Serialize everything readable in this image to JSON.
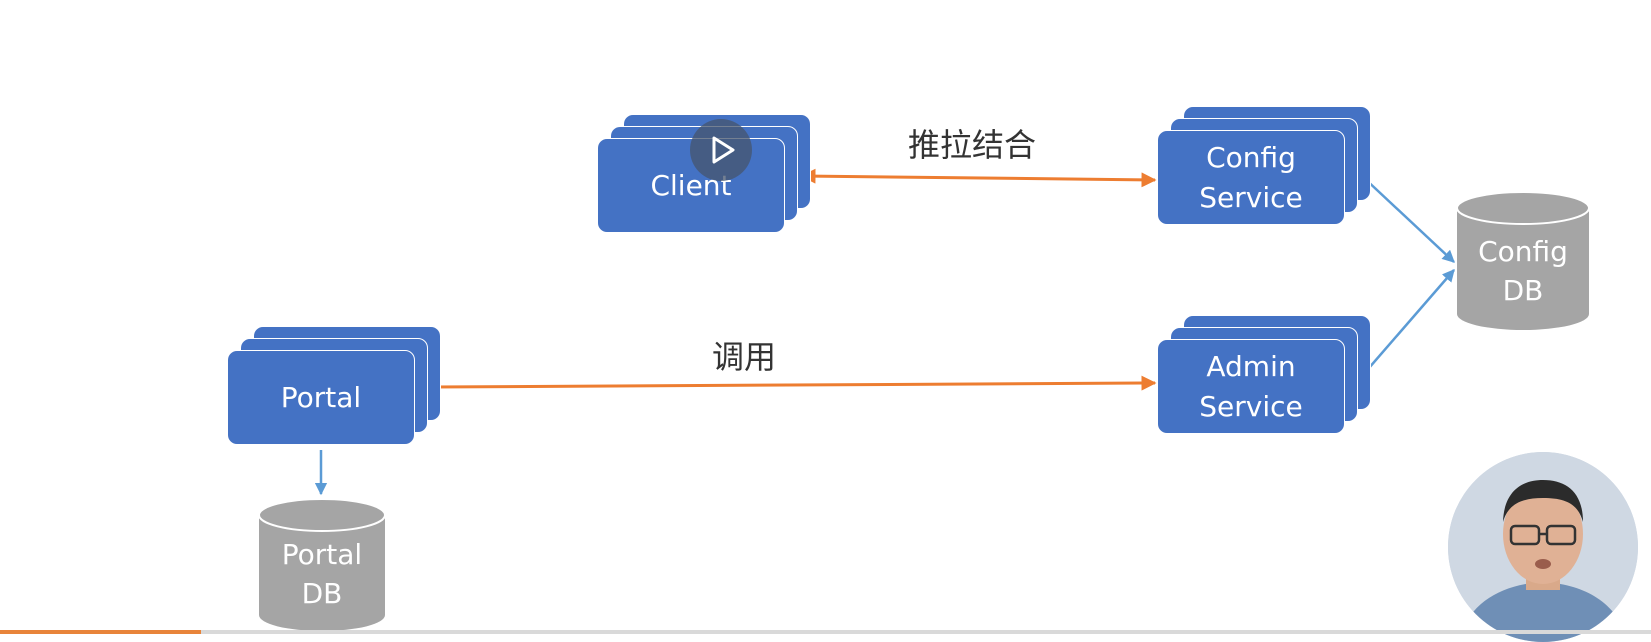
{
  "diagram": {
    "nodes": {
      "client": "Client",
      "config_service": "Config\nService",
      "admin_service": "Admin\nService",
      "portal": "Portal",
      "config_db": "Config\nDB",
      "portal_db": "Portal\nDB"
    },
    "edges": {
      "client_config_label": "推拉结合",
      "portal_admin_label": "调用"
    }
  },
  "player": {
    "play_icon": "play-icon",
    "progress": 0.122
  },
  "colors": {
    "node_blue": "#4472c4",
    "db_gray": "#a5a5a5",
    "orange_arrow": "#ed7d31",
    "blue_arrow": "#5b9bd5",
    "progress_orange": "#e8843a"
  }
}
